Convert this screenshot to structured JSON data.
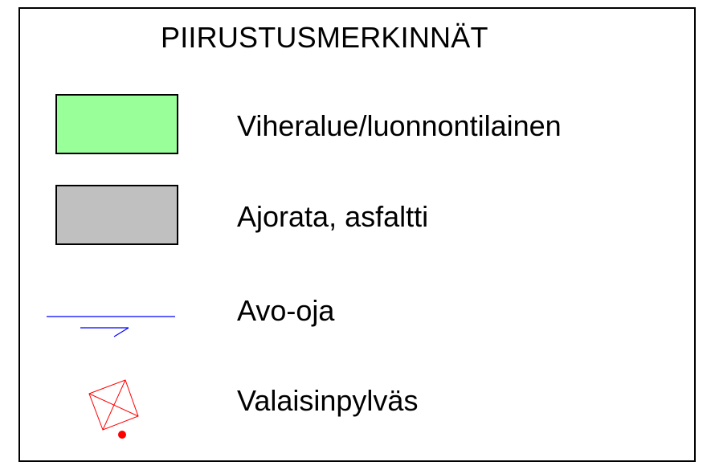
{
  "legend": {
    "title": "PIIRUSTUSMERKINNÄT",
    "items": [
      {
        "symbol": "green-area-swatch",
        "fill": "#99ff99",
        "label": "Viheralue/luonnontilainen"
      },
      {
        "symbol": "gray-area-swatch",
        "fill": "#c0c0c0",
        "label": "Ajorata, asfaltti"
      },
      {
        "symbol": "open-ditch-line",
        "color": "#0000ff",
        "label": "Avo-oja"
      },
      {
        "symbol": "street-lamp-symbol",
        "color": "#ff0000",
        "label": "Valaisinpylväs"
      }
    ]
  }
}
